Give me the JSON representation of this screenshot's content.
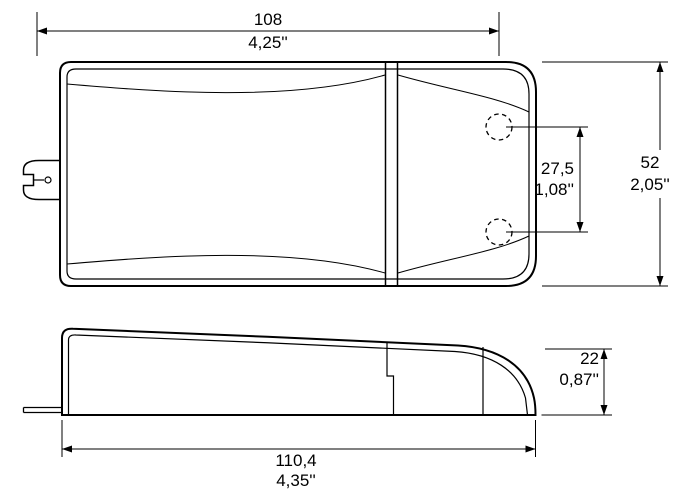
{
  "colors": {
    "line": "#000000",
    "background": "#ffffff"
  },
  "dimensions": {
    "top_width": {
      "mm": "108",
      "inch": "4,25''"
    },
    "body_height": {
      "mm": "52",
      "inch": "2,05''"
    },
    "hole_spacing": {
      "mm": "27,5",
      "inch": "1,08''"
    },
    "side_height": {
      "mm": "22",
      "inch": "0,87''"
    },
    "overall_length": {
      "mm": "110,4",
      "inch": "4,35''"
    }
  }
}
